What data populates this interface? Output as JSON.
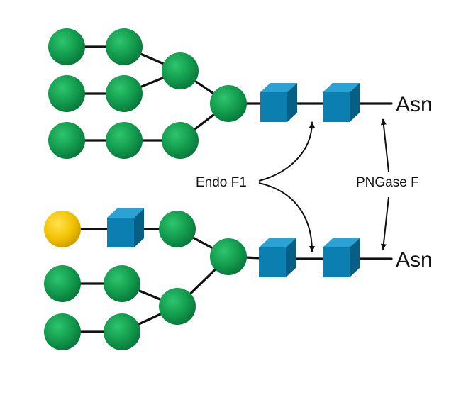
{
  "labels": {
    "endo_f1": "Endo F1",
    "pngase_f": "PNGase F",
    "asn_top": "Asn",
    "asn_bottom": "Asn"
  },
  "colors": {
    "mannose": "#0f9a4c",
    "glcnac": "#0b7fb0",
    "galactose": "#f2c200",
    "ink": "#111111"
  },
  "glycans": [
    {
      "name": "high-mannose-glycan",
      "residues": [
        "mannose",
        "mannose",
        "mannose",
        "mannose",
        "mannose",
        "mannose",
        "mannose",
        "mannose",
        "mannose",
        "glcnac",
        "glcnac"
      ]
    },
    {
      "name": "hybrid-glycan",
      "residues": [
        "galactose",
        "glcnac",
        "mannose",
        "mannose",
        "mannose",
        "mannose",
        "mannose",
        "mannose",
        "glcnac",
        "glcnac"
      ]
    }
  ]
}
